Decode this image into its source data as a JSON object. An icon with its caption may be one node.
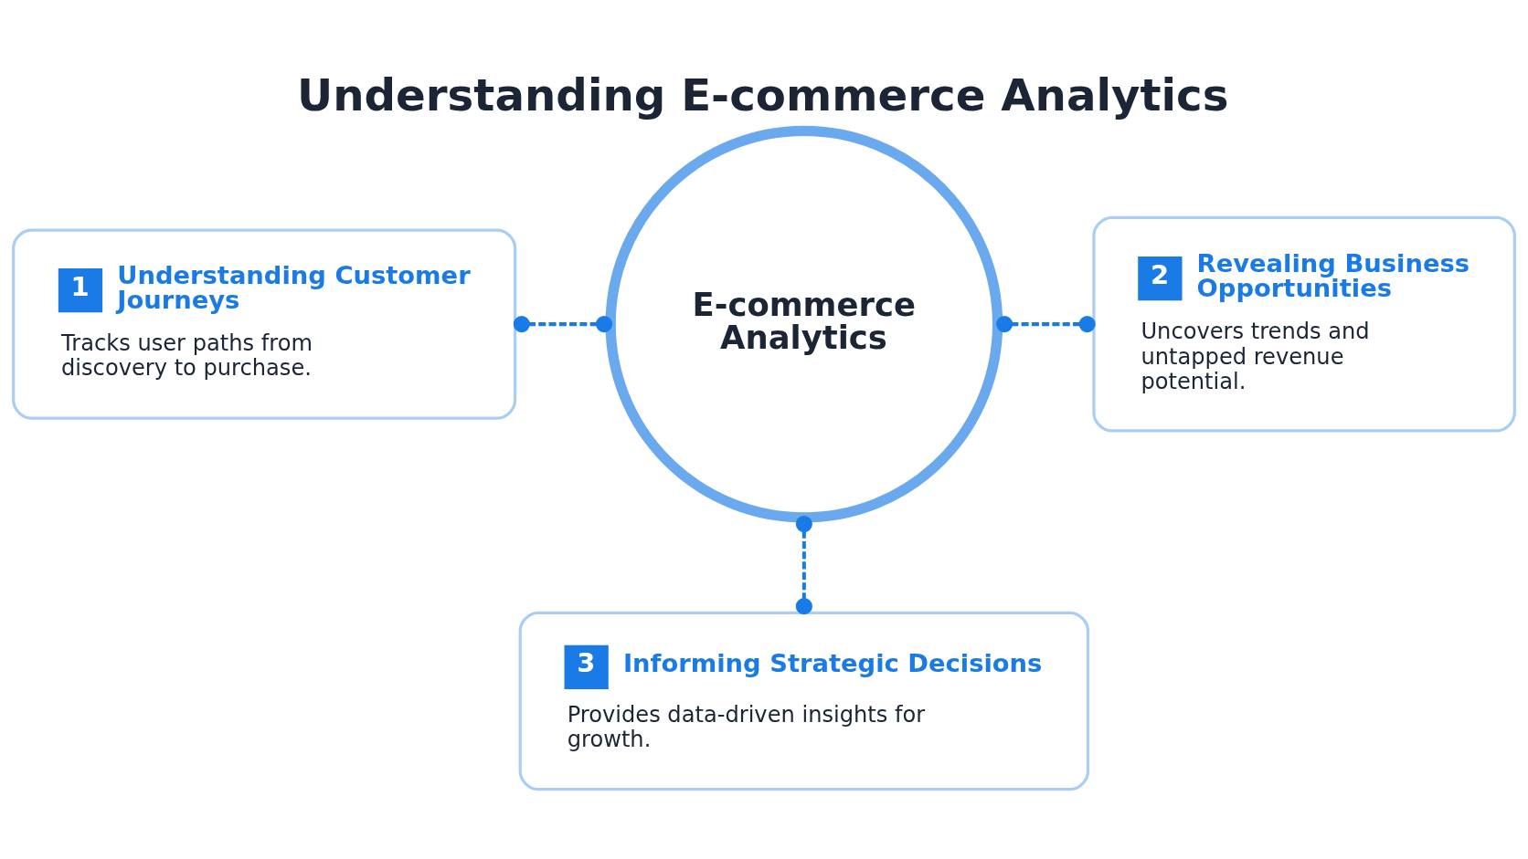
{
  "diagram": {
    "title": "Understanding E-commerce Analytics",
    "nodes": [
      {
        "text": [
          "E-commerce Analytics"
        ]
      },
      {
        "text": [
          "1",
          "Understanding Customer Journeys",
          "Tracks user paths from discovery to purchase."
        ]
      },
      {
        "text": [
          "2",
          "Revealing Business Opportunities",
          "Uncovers trends and untapped revenue potential."
        ]
      },
      {
        "text": [
          "3",
          "Informing Strategic Decisions",
          "Provides data-driven insights for growth."
        ]
      }
    ],
    "edges": [
      {
        "from": 1,
        "to": 0,
        "arrow": "other",
        "style": "dashed"
      },
      {
        "from": 0,
        "to": 2,
        "arrow": "other",
        "style": "dashed"
      },
      {
        "from": 0,
        "to": 3,
        "arrow": "other",
        "style": "dashed"
      }
    ]
  }
}
